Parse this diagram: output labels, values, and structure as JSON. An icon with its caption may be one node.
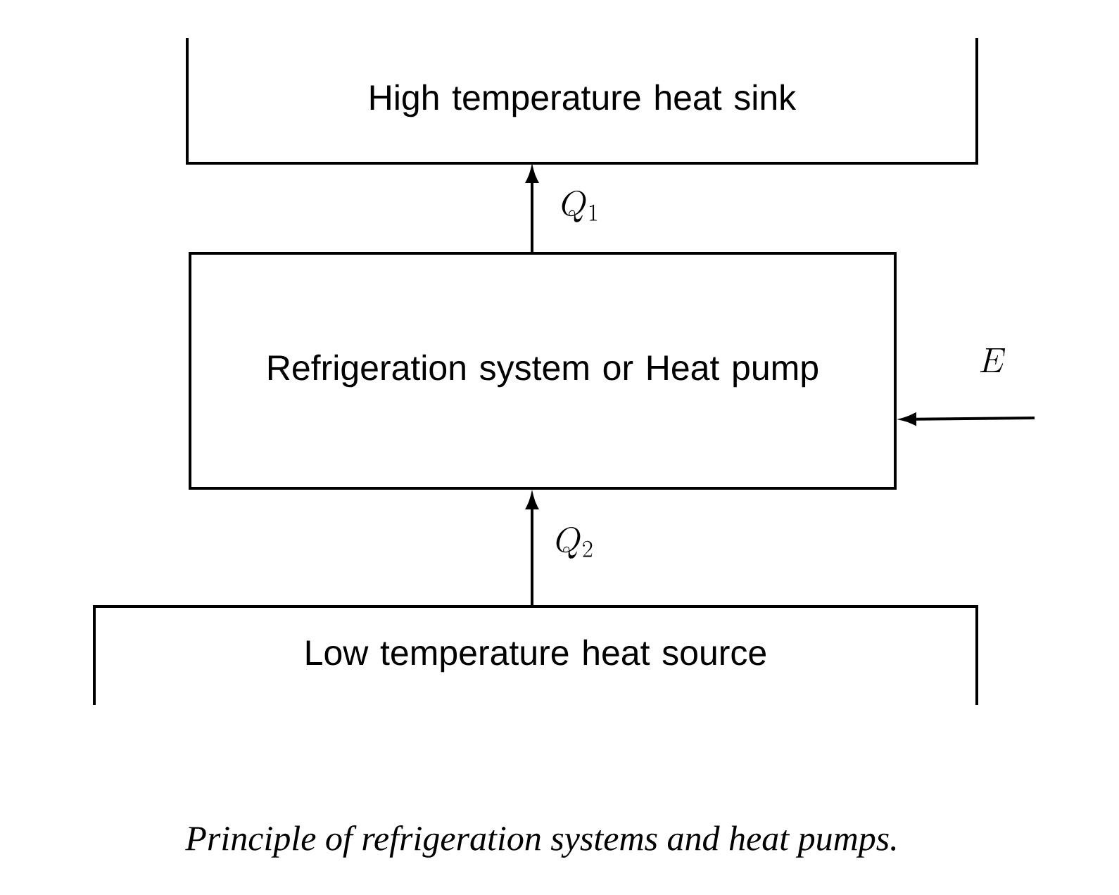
{
  "diagram": {
    "caption": "Principle of refrigeration systems and heat pumps.",
    "nodes": [
      {
        "text": [
          "High temperature heat sink"
        ]
      },
      {
        "text": [
          "Refrigeration system or Heat pump"
        ]
      },
      {
        "text": [
          "Low temperature heat source"
        ]
      }
    ],
    "edges": [
      {
        "from": 1,
        "to": 0,
        "arrow": "to",
        "label": "Q_1"
      },
      {
        "from": null,
        "to": 1,
        "arrow": "to",
        "label": "E"
      },
      {
        "from": 2,
        "to": 1,
        "arrow": "to",
        "label": "Q_2"
      }
    ]
  }
}
